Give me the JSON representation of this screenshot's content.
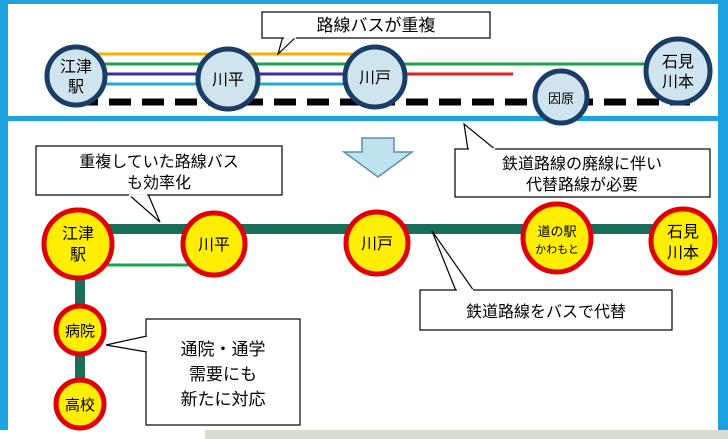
{
  "callouts": {
    "overlap": "路線バスが重複",
    "efficient_line1": "重複していた路線バス",
    "efficient_line2": "も効率化",
    "abolish_line1": "鉄道路線の廃線に伴い",
    "abolish_line2": "代替路線が必要",
    "replace": "鉄道路線をバスで代替",
    "hospital_line1": "通院・通学",
    "hospital_line2": "需要にも",
    "hospital_line3": "新たに対応"
  },
  "before": {
    "stations": [
      {
        "id": "gotsu",
        "lines": [
          "江津",
          "駅"
        ]
      },
      {
        "id": "kawahira",
        "lines": [
          "川平"
        ]
      },
      {
        "id": "kawado",
        "lines": [
          "川戸"
        ]
      },
      {
        "id": "inbara",
        "lines": [
          "因原"
        ]
      },
      {
        "id": "iwamikawamoto",
        "lines": [
          "石見",
          "川本"
        ]
      }
    ],
    "bus_line_colors": [
      "#f5b000",
      "#1aa34a",
      "#3a2fa0",
      "#1fa8e0",
      "#e02020"
    ],
    "rail_colors": {
      "dark": "#000000",
      "light": "#ffffff"
    }
  },
  "after": {
    "stations": [
      {
        "id": "gotsu",
        "lines": [
          "江津",
          "駅"
        ]
      },
      {
        "id": "kawahira",
        "lines": [
          "川平"
        ]
      },
      {
        "id": "kawado",
        "lines": [
          "川戸"
        ]
      },
      {
        "id": "michinoeki",
        "lines": [
          "道の駅",
          "かわもと"
        ]
      },
      {
        "id": "iwamikawamoto",
        "lines": [
          "石見",
          "川本"
        ]
      },
      {
        "id": "hospital",
        "lines": [
          "病院"
        ]
      },
      {
        "id": "school",
        "lines": [
          "高校"
        ]
      }
    ],
    "route_color": "#1a6e5a",
    "branch_color": "#1aa34a",
    "stop_fill": "#ffee00",
    "stop_stroke": "#e00000"
  },
  "colors": {
    "frame": "#1fa3e0",
    "before_fill": "#cfe4ee",
    "before_stroke": "#1a3d66",
    "arrow": "#bfe3ee"
  }
}
